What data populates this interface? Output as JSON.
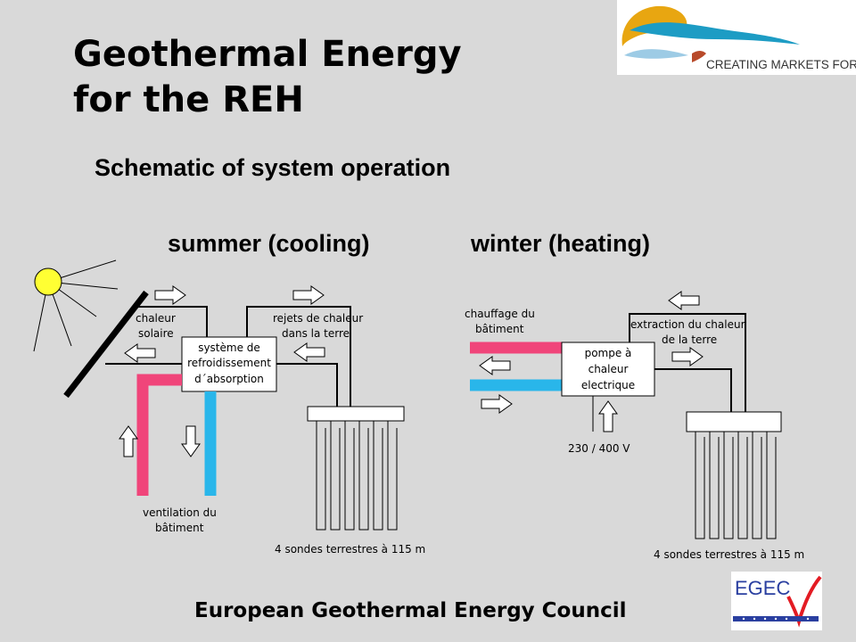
{
  "title_line1": "Geothermal Energy",
  "title_line2": "for the REH",
  "subtitle": "Schematic of system operation",
  "summer_heading": "summer (cooling)",
  "winter_heading": "winter (heating)",
  "footer": "European Geothermal Energy Council",
  "logo_res_text": "CREATING MARKETS FOR RES",
  "logo_egec_text": "EGEC",
  "summer": {
    "solar_label_1": "chaleur",
    "solar_label_2": "solaire",
    "absorption_label_1": "système de",
    "absorption_label_2": "refroidissement",
    "absorption_label_3": "d´absorption",
    "rejection_label_1": "rejets de chaleur",
    "rejection_label_2": "dans la terre",
    "ventilation_label_1": "ventilation du",
    "ventilation_label_2": "bâtiment",
    "probes_label": "4 sondes terrestres à 115 m"
  },
  "winter": {
    "heating_label_1": "chauffage du",
    "heating_label_2": "bâtiment",
    "heatpump_label_1": "pompe à",
    "heatpump_label_2": "chaleur",
    "heatpump_label_3": "electrique",
    "extraction_label_1": "extraction du chaleur",
    "extraction_label_2": "de la terre",
    "voltage_label": "230 / 400 V",
    "probes_label": "4 sondes terrestres à 115 m"
  },
  "colors": {
    "warm_pipe": "#f0457a",
    "cold_pipe": "#29b6ea",
    "sun": "#ffff33",
    "background": "#d9d9d9"
  }
}
